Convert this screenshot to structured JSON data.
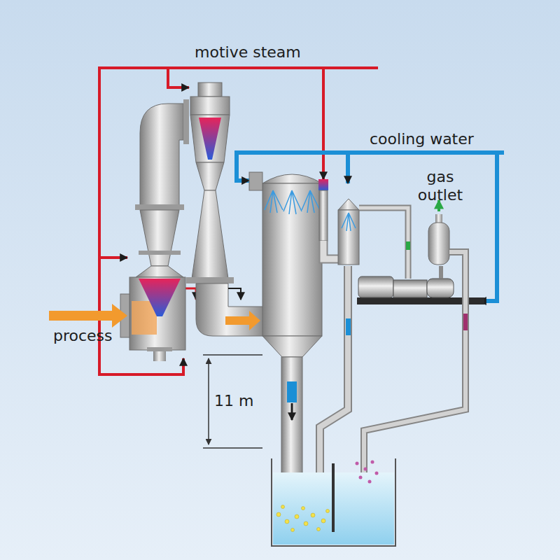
{
  "diagram": {
    "labels": [
      "motive steam",
      "cooling water",
      "gas outlet",
      "process",
      "11 m"
    ]
  }
}
